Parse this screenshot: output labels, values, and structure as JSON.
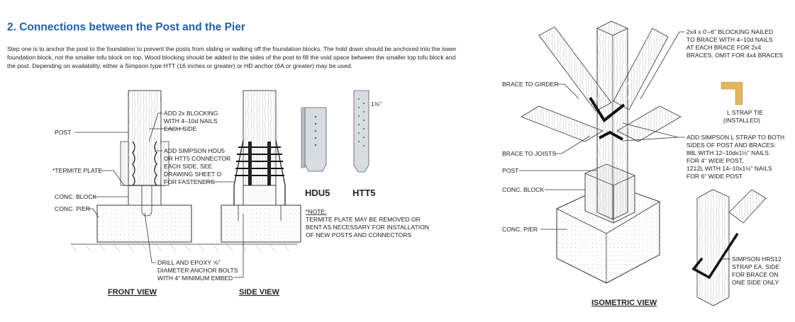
{
  "section": {
    "heading": "2. Connections between the Post and the Pier",
    "paragraph": "Step one is to anchor the post to the foundation to prevent the posts from sliding or walking off the foundation blocks. The hold down should be anchored into the lower foundation block, not the smaller tofu block on top. Wood blocking should be added to the sides of the post to fill the void space between the smaller top tofu block and the post. Depending on availability, either a Simpson type HTT (16 inches or greater) or HD anchor (6A or greater) may be used."
  },
  "left_drawing": {
    "labels": {
      "post": "POST",
      "termite_plate": "*TERMITE PLATE",
      "conc_block": "CONC. BLOCK",
      "conc_pier": "CONC. PIER",
      "blocking_1": "ADD 2x BLOCKING",
      "blocking_2": "WITH 4–10d NAILS",
      "blocking_3": "EACH SIDE",
      "hdu_1": "ADD SIMPSON HDU5",
      "hdu_2": "OR HTT5 CONNECTOR",
      "hdu_3": "EACH SIDE, SEE",
      "hdu_4": "DRAWING SHEET O",
      "hdu_5": "FOR FASTENERS",
      "drill_1": "DRILL AND EPOXY ⅝\"",
      "drill_2": "DIAMETER ANCHOR BOLTS",
      "drill_3": "WITH 4\" MINIMUM EMBED",
      "note_title": "*NOTE:",
      "note_1": "TERMITE PLATE MAY BE REMOVED OR",
      "note_2": "BENT AS NECESSARY FOR INSTALLATION",
      "note_3": "OF NEW POSTS AND CONNECTORS",
      "front_view": "FRONT VIEW",
      "side_view": "SIDE VIEW",
      "hdu5": "HDU5",
      "htt5": "HTT5",
      "htt_dim": "1⅜\""
    }
  },
  "right_drawing": {
    "labels": {
      "blocking_1": "2x4 x 0'–6\" BLOCKING NAILED",
      "blocking_2": "TO BRACE WITH 4–10d NAILS",
      "blocking_3": "AT EACH BRACE FOR 2x4",
      "blocking_4": "BRACES. OMIT FOR 4x4 BRACES",
      "brace_to_girder": "BRACE TO GIRDER",
      "l_strap_1": "L STRAP TIE",
      "l_strap_2": "(INSTALLED)",
      "add_l_1": "ADD SIMPSON L STRAP TO BOTH",
      "add_l_2": "SIDES OF POST AND BRACES:",
      "add_l_3": "88L WITH 12–10dx1½\" NAILS",
      "add_l_4": "FOR 4\" WIDE POST,",
      "add_l_5": "1212L WITH 14–10x1½\" NAILS",
      "add_l_6": "FOR 6\" WIDE POST",
      "brace_to_joists": "BRACE TO JOISTS",
      "post": "POST",
      "conc_block": "CONC. BLOCK",
      "conc_pier": "CONC. PIER",
      "hrs_1": "SIMPSON HRS12",
      "hrs_2": "STRAP EA. SIDE",
      "hrs_3": "FOR BRACE ON",
      "hrs_4": "ONE SIDE ONLY",
      "isometric_view": "ISOMETRIC VIEW"
    }
  }
}
